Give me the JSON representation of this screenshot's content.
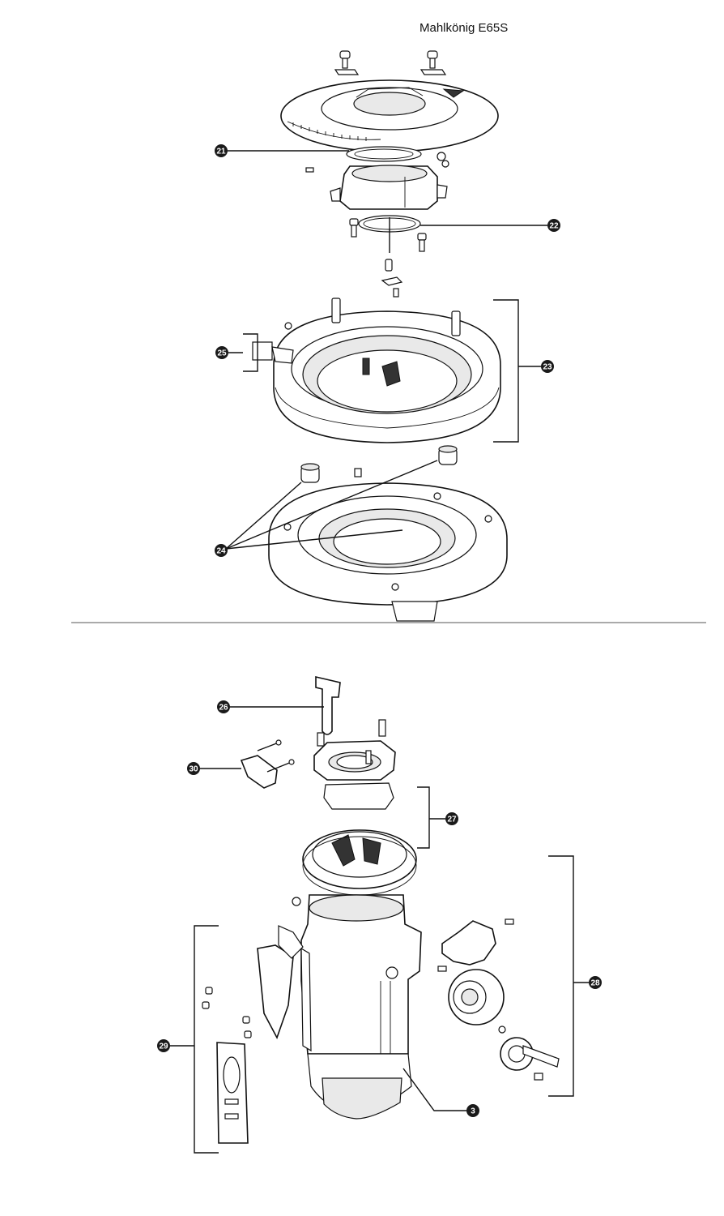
{
  "title": "Mahlkönig E65S",
  "callouts": [
    {
      "id": "21",
      "label": "21"
    },
    {
      "id": "22",
      "label": "22"
    },
    {
      "id": "23",
      "label": "23"
    },
    {
      "id": "24",
      "label": "24"
    },
    {
      "id": "25",
      "label": "25"
    },
    {
      "id": "26",
      "label": "26"
    },
    {
      "id": "27",
      "label": "27"
    },
    {
      "id": "28",
      "label": "28"
    },
    {
      "id": "29",
      "label": "29"
    },
    {
      "id": "30",
      "label": "30"
    },
    {
      "id": "3",
      "label": "3"
    }
  ],
  "colors": {
    "line": "#111111",
    "badge": "#1a1a1a",
    "badge_text": "#ffffff",
    "background": "#ffffff"
  }
}
